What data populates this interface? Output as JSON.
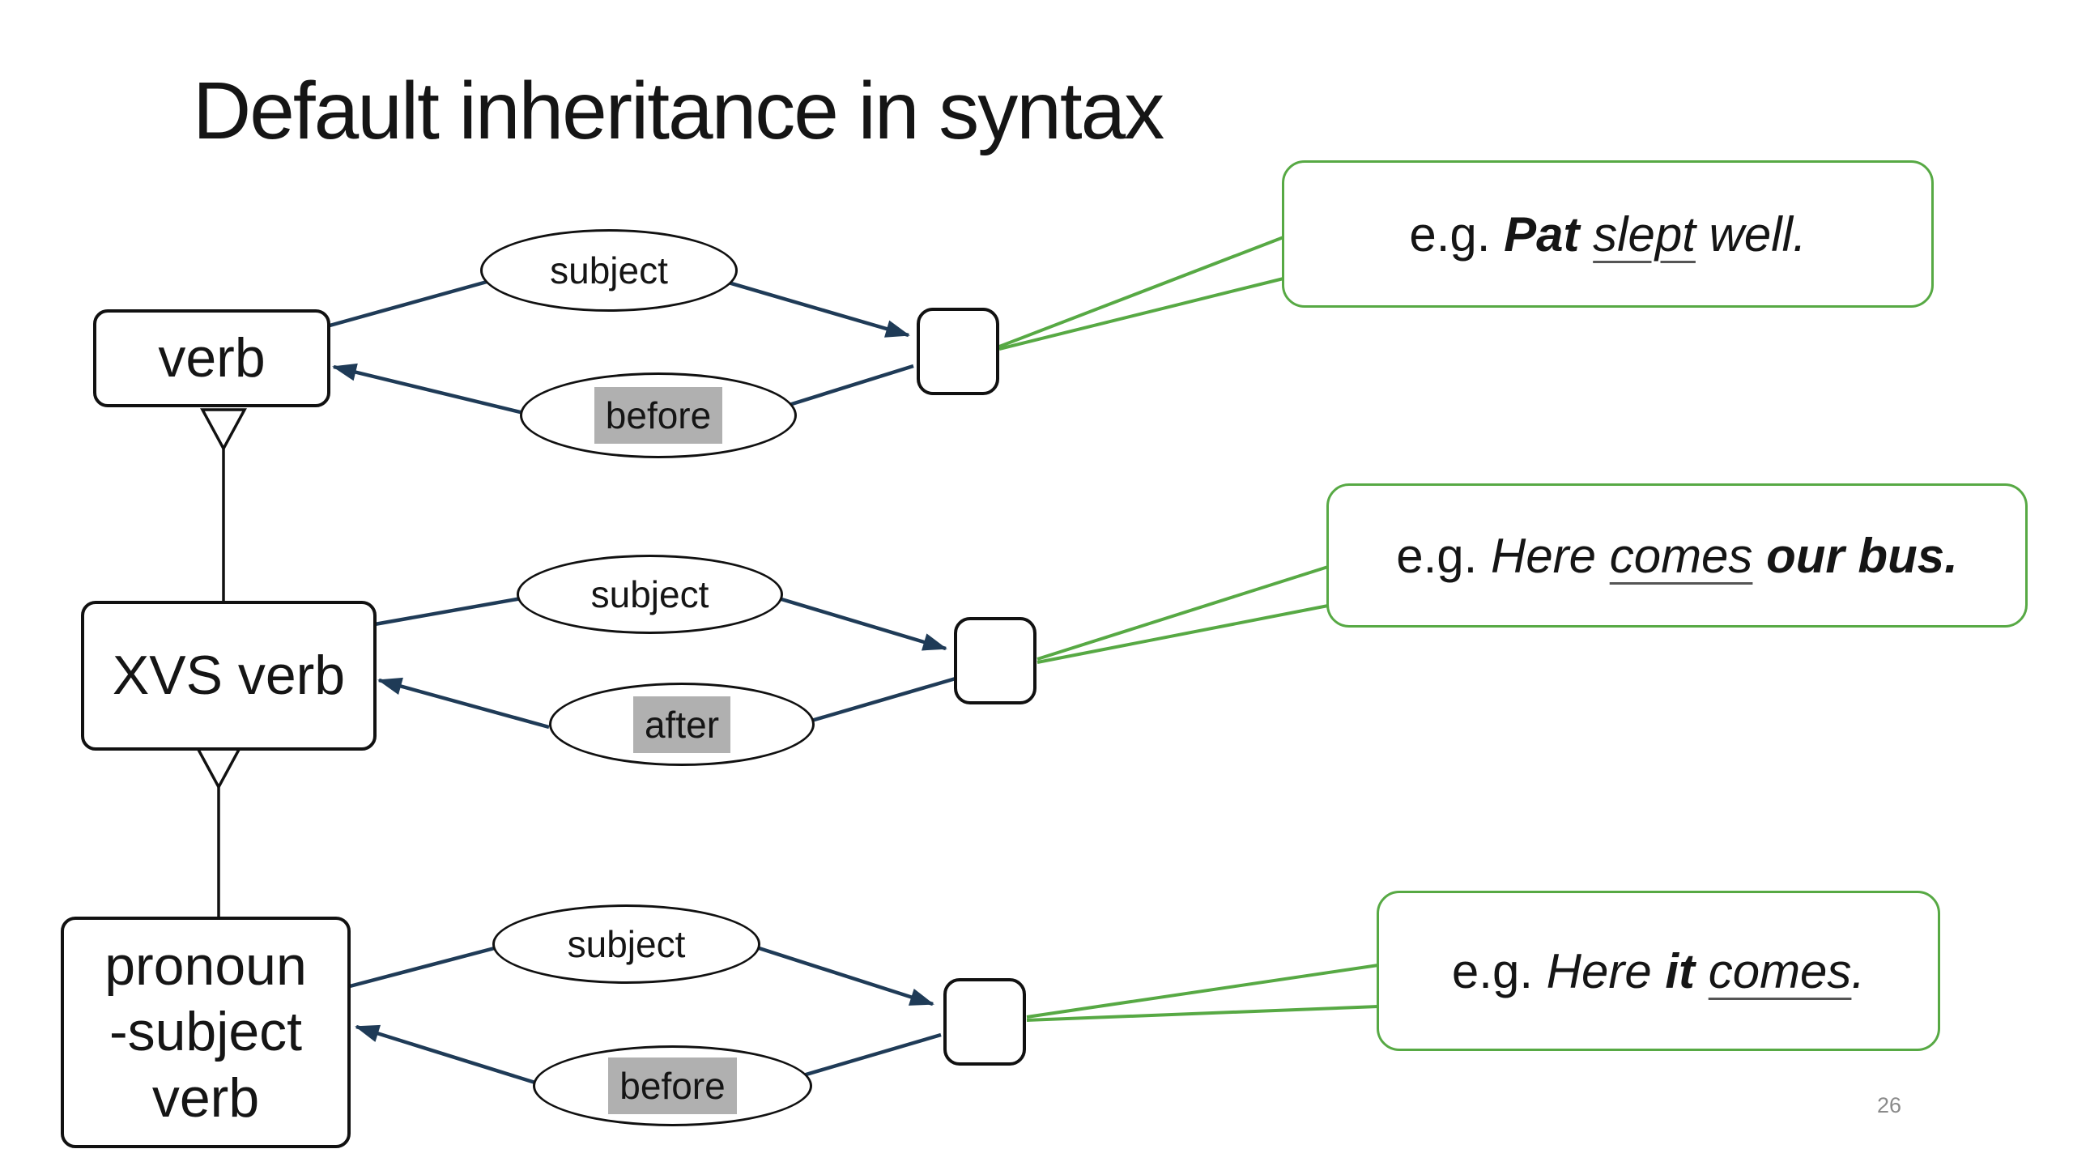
{
  "slide": {
    "title": "Default inheritance in syntax",
    "page_number": "26"
  },
  "colors": {
    "node_stroke": "#111111",
    "relation_arrow_navy": "#1F3B57",
    "callout_green": "#57A944",
    "highlight_gray": "#B0B0B0",
    "page_number_gray": "#8A8A8A"
  },
  "icons": {
    "inheritance_triangle": "hollow-triangle-up-connector",
    "relation_arrowhead": "filled-navy-arrowhead"
  },
  "rows": [
    {
      "node_label": "verb",
      "top_relation": "subject",
      "bottom_relation": "before",
      "bottom_relation_highlighted": true,
      "example": {
        "eg": "e.g. ",
        "bold": "Pat ",
        "underlined": "slept",
        "rest": " well."
      }
    },
    {
      "node_label": "XVS verb",
      "top_relation": "subject",
      "bottom_relation": "after",
      "bottom_relation_highlighted": true,
      "example": {
        "eg": "e.g. ",
        "italic_lead": "Here ",
        "underlined": "comes",
        "bold_tail": " our bus."
      }
    },
    {
      "node_label_lines": [
        "pronoun",
        "-subject",
        "verb"
      ],
      "top_relation": "subject",
      "bottom_relation": "before",
      "bottom_relation_highlighted": true,
      "example": {
        "eg": "e.g. ",
        "italic_lead": "Here ",
        "bold_mid": "it ",
        "underlined": "comes",
        "period": "."
      }
    }
  ]
}
